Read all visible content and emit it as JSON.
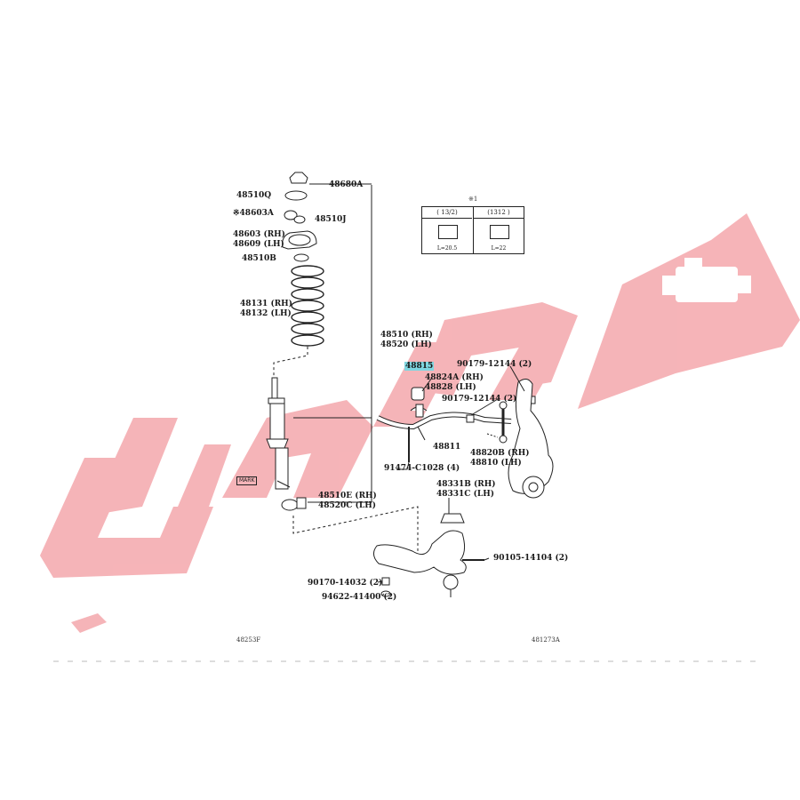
{
  "colors": {
    "watermark": "#f4a7ac",
    "line": "#222222",
    "highlight": "#7fd6e0"
  },
  "watermark": {
    "text": "لك جابكم"
  },
  "labels": {
    "p48680A": "48680A",
    "p48510Q": "48510Q",
    "p48603A": "※48603A",
    "p48510J": "48510J",
    "p48603": "48603 (RH)",
    "p48609": "48609 (LH)",
    "p48510B": "48510B",
    "p48131": "48131 (RH)",
    "p48132": "48132 (LH)",
    "p48510": "48510 (RH)",
    "p48520": "48520 (LH)",
    "p48815": "48815",
    "p48824A": "48824A (RH)",
    "p48828": "48828 (LH)",
    "p90179a": "90179-12144 (2)",
    "p90179b": "90179-12144 (2)",
    "p48811": "48811",
    "p91474": "91474-C1028 (4)",
    "p48820B": "48820B (RH)",
    "p48810": "48810 (LH)",
    "mark": "MARK",
    "p48510E": "48510E (RH)",
    "p48520C": "48520C (LH)",
    "p48331B": "48331B (RH)",
    "p48331C": "48331C (LH)",
    "p90105": "90105-14104 (2)",
    "p90170": "90170-14032 (2)",
    "p94622": "94622-41400 (2)",
    "ref_left": "48253F",
    "ref_right": "481273A"
  },
  "inset": {
    "title": "※1",
    "col1_header": "(      13/2)",
    "col2_header": "(1312      )",
    "col1_length": "L=20.5",
    "col2_length": "L=22"
  }
}
